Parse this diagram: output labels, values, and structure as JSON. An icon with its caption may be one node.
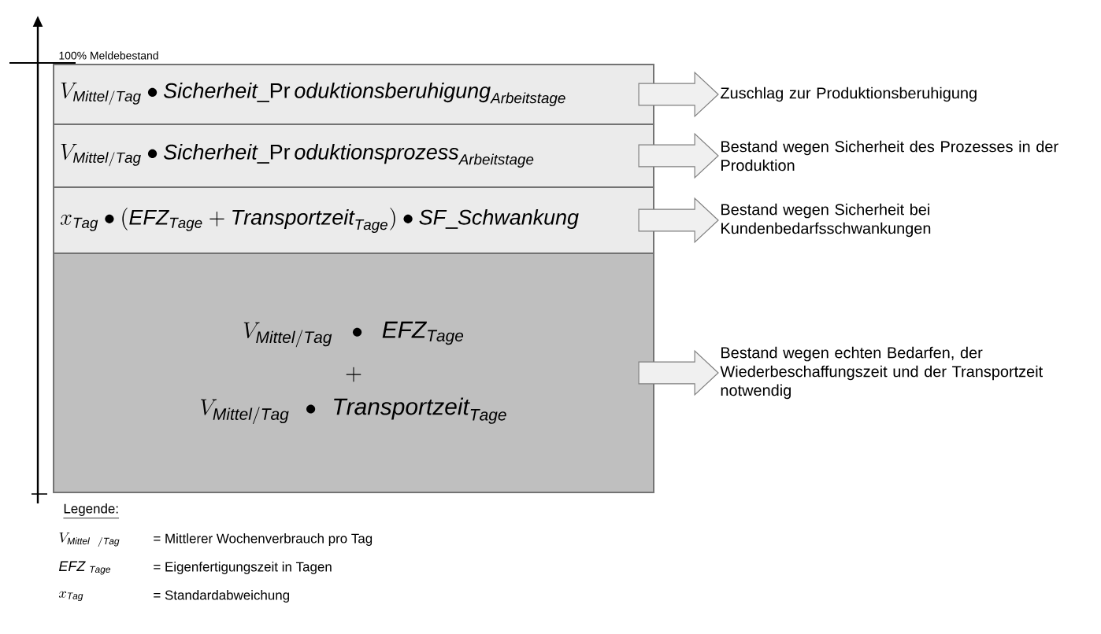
{
  "diagram": {
    "nodes": [
      {
        "text": [
          "V_{\\mathit{Mittel/Tag}}\\bullet \\mathit{Sicherheit}\\_\\mathrm{Pr}\\,\\mathit{oduktionsberuhigung}_{\\mathit{Arbeitstage}}"
        ]
      },
      {
        "text": [
          "V_{\\mathit{Mittel/Tag}}\\bullet \\mathit{Sicherheit}\\_\\mathrm{Pr}\\,\\mathit{oduktionsprozess}_{\\mathit{Arbeitstage}}"
        ]
      },
      {
        "text": [
          "x_{\\mathit{Tag}}\\bullet(\\mathit{EFZ}_{\\mathit{Tage}}+\\mathit{Transportzeit}_{\\mathit{Tage}})\\bullet \\mathit{SF}\\_\\mathit{Schwankung}"
        ]
      },
      {
        "text": [
          "V_{\\mathit{Mittel/Tag}}\\bullet \\mathit{EFZ}_{\\mathit{Tage}}",
          "+",
          "V_{\\mathit{Mittel/Tag}}\\bullet \\mathit{Transportzeit}_{\\mathit{Tage}}"
        ]
      },
      {
        "text": [
          "Zuschlag zur Produktionsberuhigung"
        ]
      },
      {
        "text": [
          "Bestand wegen Sicherheit des Prozesses in der Produktion"
        ]
      },
      {
        "text": [
          "Bestand wegen Sicherheit bei Kundenbedarfsschwankungen"
        ]
      },
      {
        "text": [
          "Bestand wegen echten Bedarfen, der Wiederbeschaffungszeit und der Transportzeit notwendig"
        ]
      }
    ],
    "edges": [
      {
        "from": 0,
        "to": 4,
        "arrow": "to"
      },
      {
        "from": 1,
        "to": 5,
        "arrow": "to"
      },
      {
        "from": 2,
        "to": 6,
        "arrow": "to"
      },
      {
        "from": 3,
        "to": 7,
        "arrow": "to"
      }
    ],
    "labels": [
      "100% Meldebestand",
      "Legende:",
      "V_{\\mathit{Mittel\\ \\ /Tag}}",
      "= Mittlerer Wochenverbrauch pro Tag",
      "\\mathit{EFZ}\\ _{\\mathit{Tage}}",
      "= Eigenfertigungszeit in Tagen",
      "x_{\\mathit{Tag}}",
      "= Standardabweichung"
    ]
  }
}
